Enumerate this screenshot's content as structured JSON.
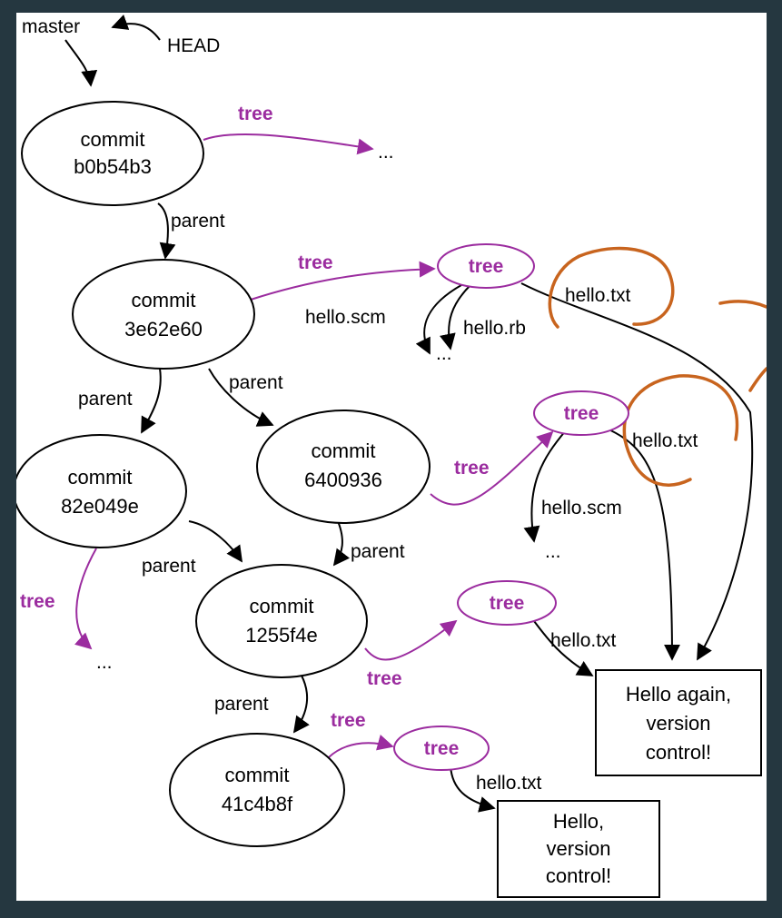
{
  "colors": {
    "background": "#253740",
    "tree": "#9b2c9f",
    "highlight": "#c8641e"
  },
  "refs": {
    "master": "master",
    "head": "HEAD"
  },
  "commits": [
    {
      "id": "c1",
      "word": "commit",
      "hash": "b0b54b3"
    },
    {
      "id": "c2",
      "word": "commit",
      "hash": "3e62e60"
    },
    {
      "id": "c3",
      "word": "commit",
      "hash": "82e049e"
    },
    {
      "id": "c4",
      "word": "commit",
      "hash": "6400936"
    },
    {
      "id": "c5",
      "word": "commit",
      "hash": "1255f4e"
    },
    {
      "id": "c6",
      "word": "commit",
      "hash": "41c4b8f"
    }
  ],
  "trees": [
    "tree",
    "tree",
    "tree",
    "tree"
  ],
  "edge_labels": {
    "parent": "parent",
    "tree": "tree",
    "ellipsis": "..."
  },
  "files": {
    "hello_txt": "hello.txt",
    "hello_scm": "hello.scm",
    "hello_rb": "hello.rb"
  },
  "blobs": [
    {
      "lines": [
        "Hello again,",
        "version",
        "control!"
      ]
    },
    {
      "lines": [
        "Hello,",
        "version",
        "control!"
      ]
    }
  ]
}
